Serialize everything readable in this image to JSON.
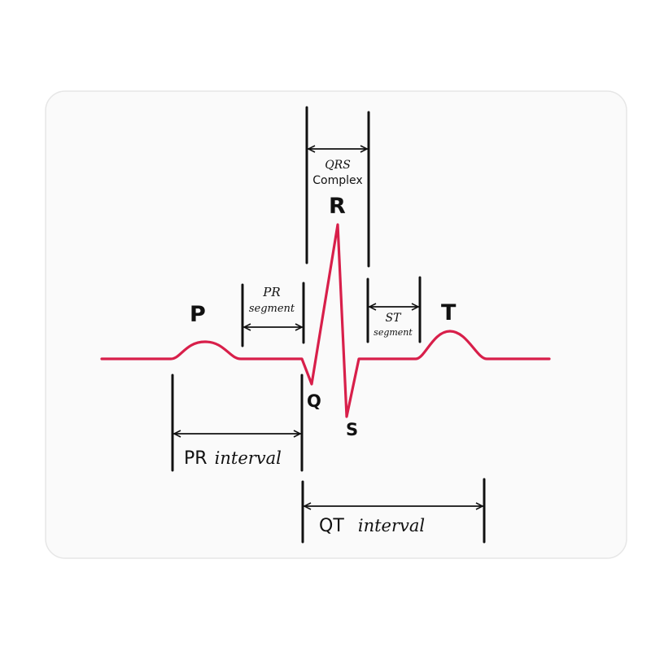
{
  "colors": {
    "background": "#ffffff",
    "pad": "#fafafa",
    "pad_border": "#e6e6e6",
    "wave": "#d81f4a",
    "ink": "#111111"
  },
  "labels": {
    "p": "P",
    "q": "Q",
    "r": "R",
    "s": "S",
    "t": "T",
    "qrs_line1": "QRS",
    "qrs_line2": "Complex",
    "pr_segment_line1": "PR",
    "pr_segment_line2": "segment",
    "st_segment_line1": "ST",
    "st_segment_line2": "segment",
    "pr_interval_bold": "PR",
    "pr_interval_rest": "interval",
    "qt_interval_bold": "QT",
    "qt_interval_rest": "interval"
  }
}
